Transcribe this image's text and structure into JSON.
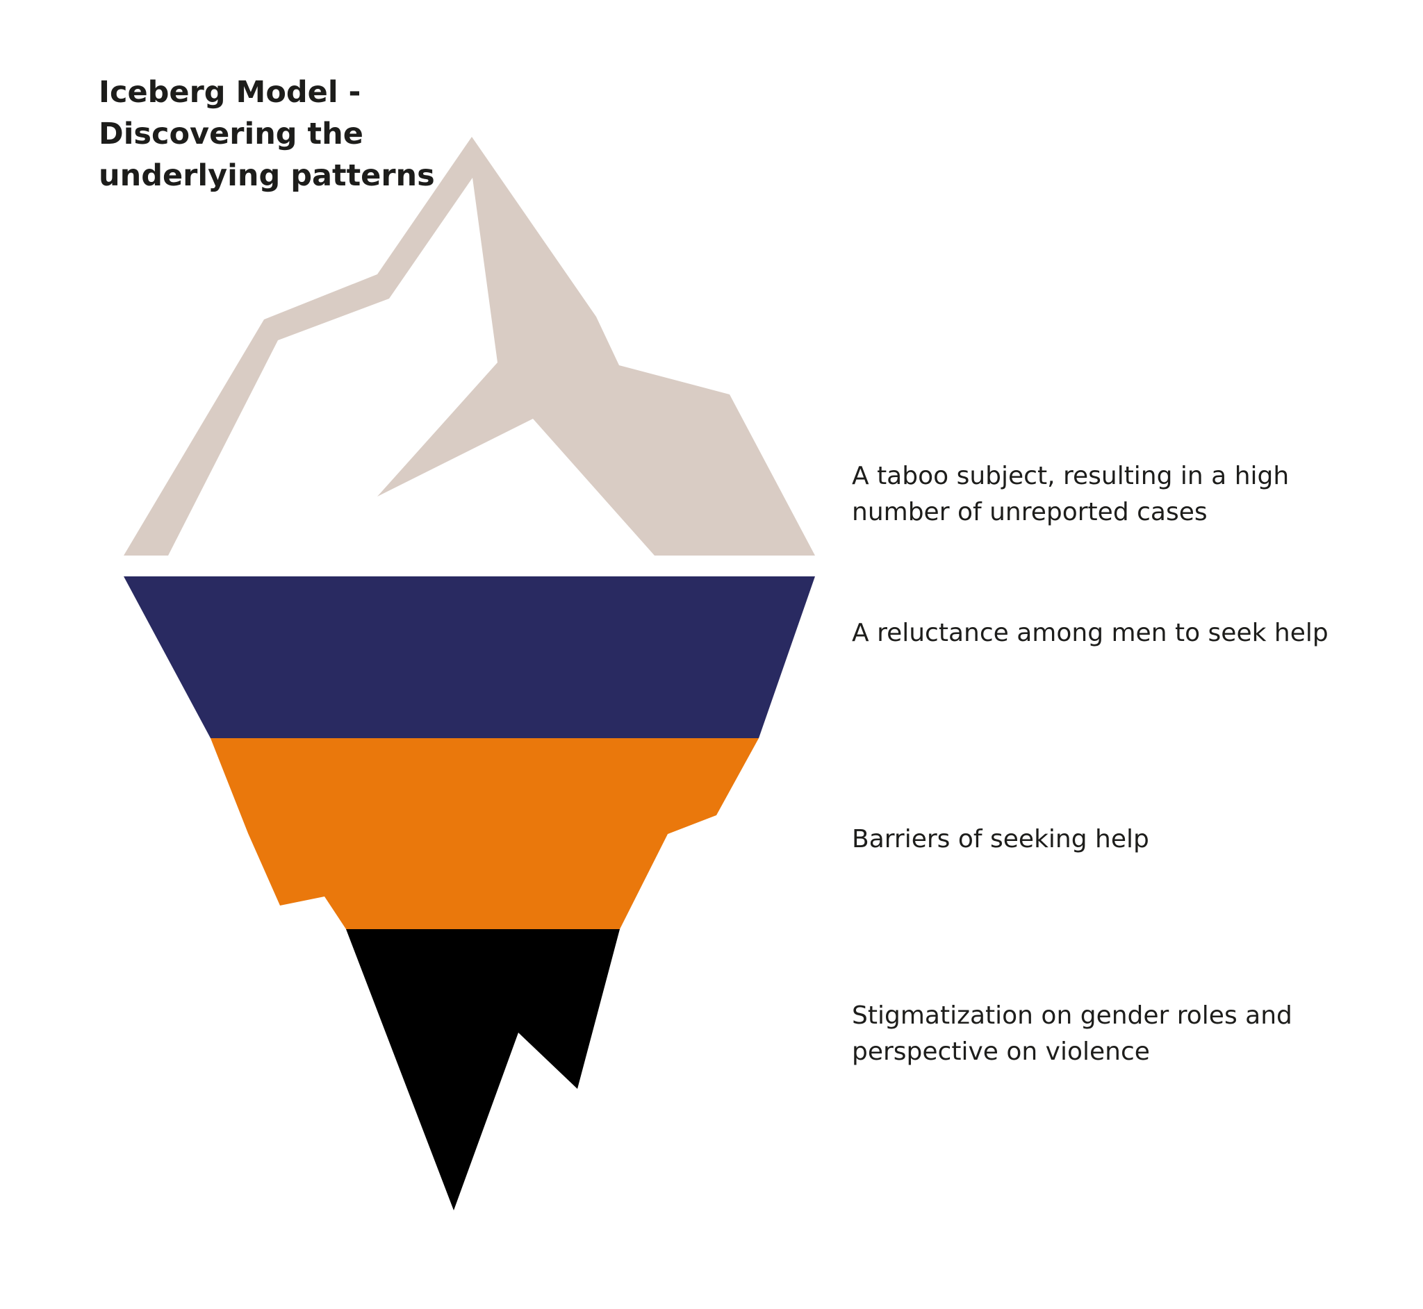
{
  "title_lines": [
    "Iceberg Model -",
    "Discovering the",
    "underlying patterns"
  ],
  "layers": [
    {
      "name": "tip",
      "color": "#d9ccc4",
      "label_lines": [
        "A taboo subject, resulting in a high",
        "number of unreported cases"
      ]
    },
    {
      "name": "layer-1",
      "color": "#292a61",
      "label_lines": [
        "A reluctance among men to seek help"
      ]
    },
    {
      "name": "layer-2",
      "color": "#ea780c",
      "label_lines": [
        "Barriers of seeking help"
      ]
    },
    {
      "name": "layer-3",
      "color": "#000000",
      "label_lines": [
        "Stigmatization on gender roles and",
        "perspective on violence"
      ]
    }
  ]
}
